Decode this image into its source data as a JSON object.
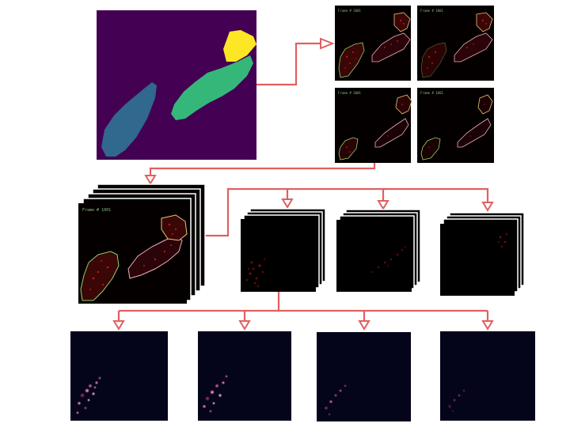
{
  "frame_label": "Frame # 1001",
  "colors": {
    "arrow": "#e06060",
    "mask_background": "#440154",
    "mask_blue": "#31688e",
    "mask_green": "#35b779",
    "mask_yellow": "#fde725",
    "frame_background": "#050000",
    "outline_green": "#8fd16a",
    "outline_pink": "#f0b0b8",
    "outline_gold": "#e9c77a",
    "heatmap_background": "#04041a",
    "cell_red": "#c01818",
    "heat_pink": "#e27ac0"
  },
  "nodes": [
    "segmentation-mask",
    "overlay-frame-1",
    "overlay-frame-2",
    "overlay-frame-3",
    "overlay-frame-4",
    "overlay-stack",
    "cell-stack-1",
    "cell-stack-2",
    "cell-stack-3",
    "heatmap-1",
    "heatmap-2",
    "heatmap-3",
    "heatmap-4"
  ]
}
